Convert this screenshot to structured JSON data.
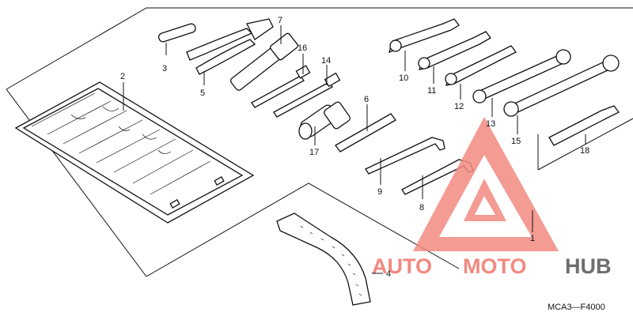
{
  "diagram": {
    "code": "MCA3—F4000",
    "labels": {
      "p1": "1",
      "p2": "2",
      "p3": "3",
      "p4": "4",
      "p5": "5",
      "p6": "6",
      "p7": "7",
      "p8": "8",
      "p9": "9",
      "p10": "10",
      "p11": "11",
      "p12": "12",
      "p13": "13",
      "p14": "14",
      "p15": "15",
      "p16": "16",
      "p17": "17",
      "p18": "18"
    }
  },
  "watermark": {
    "word_a": "AUTO",
    "word_b": "MOTO",
    "word_c": "HUB",
    "color_main": "#f28a80",
    "color_dark": "#6e6e6e"
  }
}
